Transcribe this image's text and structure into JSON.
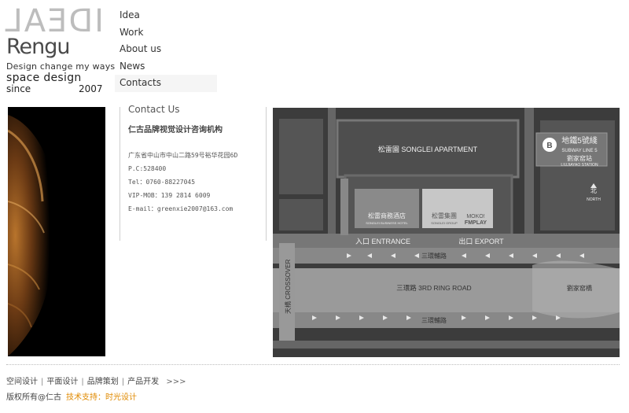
{
  "logo": {
    "ideal": "IDEAL",
    "rengu": "Rengu",
    "tagline1": "Design change my ways",
    "tagline2": "space design",
    "since": "since",
    "year": "2007"
  },
  "nav": {
    "items": [
      {
        "label": "Idea"
      },
      {
        "label": "Work"
      },
      {
        "label": "About us"
      },
      {
        "label": "News"
      },
      {
        "label": "Contacts"
      }
    ],
    "active_index": 4
  },
  "contact": {
    "heading": "Contact Us",
    "org": "仁古品牌视觉设计咨询机构",
    "address": "广东省中山市中山二路59号裕华花园6D",
    "postcode": "P.C:528400",
    "tel": "Tel：0760-88227045",
    "vip_mob": "VIP-MOB：139 2814 6009",
    "email": "E-mail：greenxie2007@163.com"
  },
  "map": {
    "apartment": "松雷園 SONGLEI APARTMENT",
    "subway_cn": "地鐵5號綫",
    "subway_en": "SUBWAY LINE 5",
    "station_cn": "劉家窑站",
    "station_en": "LIUJIAYAO STATION",
    "north_cn": "北",
    "north_en": "NORTH",
    "hotel_cn": "松雷商務酒店",
    "hotel_en": "SONGLEI BUSINESS HOTEL",
    "group_cn": "松雷集團",
    "group_en": "SONGLEI GROUP",
    "moko": "MOKO!",
    "fmplay": "FMPLAY",
    "entrance": "入口 ENTRANCE",
    "export": "出口 EXPORT",
    "service_road_top": "三環輔路",
    "ring_road": "三環路 3RD RING ROAD",
    "service_road_bottom": "三環輔路",
    "crossover": "天橋 CROSSOVER",
    "liujiayao_bridge": "劉家窑橋"
  },
  "footer": {
    "links": [
      "空间设计",
      "平面设计",
      "品牌策划",
      "产品开发"
    ],
    "more": ">>>",
    "copyright": "版权所有@仁古",
    "credit": "技术支持：时光设计"
  }
}
